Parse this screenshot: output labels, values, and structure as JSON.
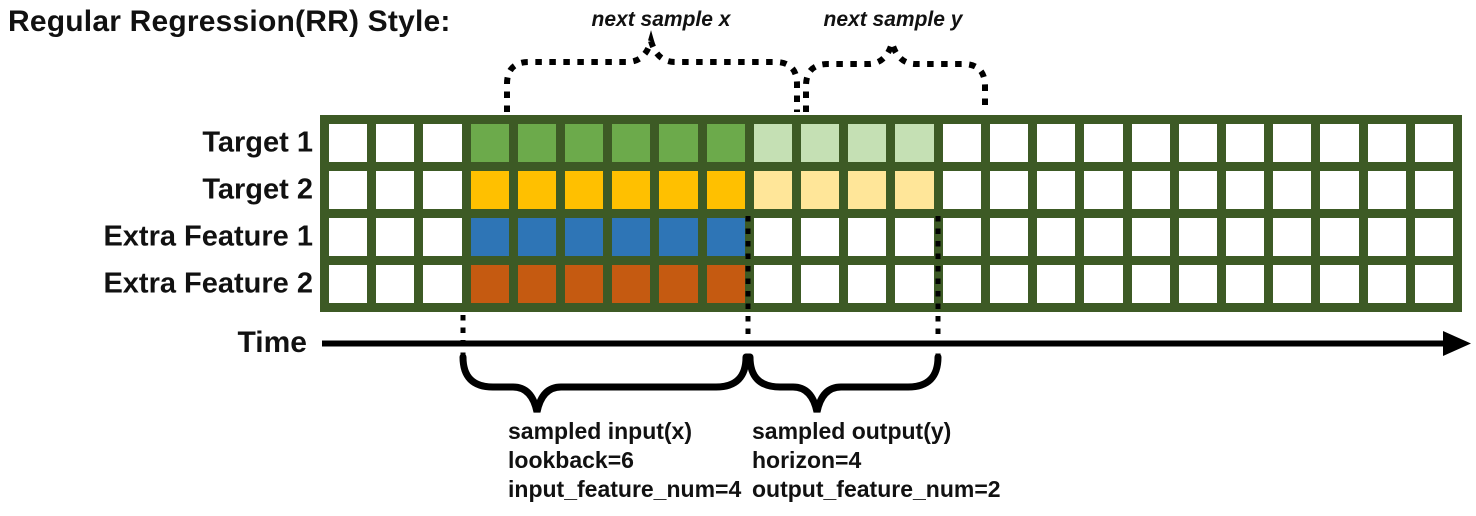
{
  "title": "Regular Regression(RR) Style:",
  "time_label": "Time",
  "colors": {
    "border": "#3D5A25",
    "w": "#FFFFFF",
    "g": "#6CAA4B",
    "gl": "#C5E0B4",
    "y": "#FFC000",
    "yl": "#FFE699",
    "b": "#2E75B6",
    "o": "#C55A11",
    "ink": "#111111"
  },
  "rows": [
    {
      "label": "Target 1",
      "cells": [
        "w",
        "w",
        "w",
        "g",
        "g",
        "g",
        "g",
        "g",
        "g",
        "gl",
        "gl",
        "gl",
        "gl",
        "w",
        "w",
        "w",
        "w",
        "w",
        "w",
        "w",
        "w",
        "w",
        "w",
        "w"
      ]
    },
    {
      "label": "Target 2",
      "cells": [
        "w",
        "w",
        "w",
        "y",
        "y",
        "y",
        "y",
        "y",
        "y",
        "yl",
        "yl",
        "yl",
        "yl",
        "w",
        "w",
        "w",
        "w",
        "w",
        "w",
        "w",
        "w",
        "w",
        "w",
        "w"
      ]
    },
    {
      "label": "Extra Feature 1",
      "cells": [
        "w",
        "w",
        "w",
        "b",
        "b",
        "b",
        "b",
        "b",
        "b",
        "w",
        "w",
        "w",
        "w",
        "w",
        "w",
        "w",
        "w",
        "w",
        "w",
        "w",
        "w",
        "w",
        "w",
        "w"
      ]
    },
    {
      "label": "Extra Feature 2",
      "cells": [
        "w",
        "w",
        "w",
        "o",
        "o",
        "o",
        "o",
        "o",
        "o",
        "w",
        "w",
        "w",
        "w",
        "w",
        "w",
        "w",
        "w",
        "w",
        "w",
        "w",
        "w",
        "w",
        "w",
        "w"
      ]
    }
  ],
  "annotations": {
    "next_sample_x": "next sample x",
    "next_sample_y": "next sample y",
    "sampled_input": {
      "line1": "sampled input(x)",
      "line2": "lookback=6",
      "line3": "input_feature_num=4"
    },
    "sampled_output": {
      "line1": "sampled output(y)",
      "line2": "horizon=4",
      "line3": "output_feature_num=2"
    }
  }
}
